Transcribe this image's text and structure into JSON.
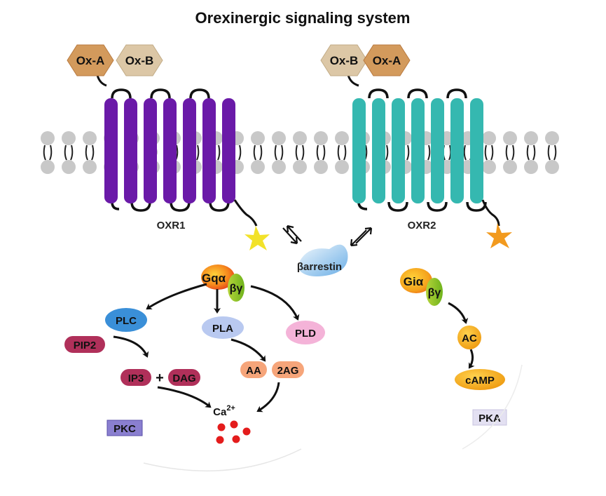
{
  "title": "Orexinergic signaling system",
  "ligands": {
    "left_a": "Ox-A",
    "left_b": "Ox-B",
    "right_b": "Ox-B",
    "right_a": "Ox-A"
  },
  "receptors": {
    "left": "OXR1",
    "right": "OXR2"
  },
  "arrestin": "βarrestin",
  "left_pathway": {
    "g_alpha": "Gqα",
    "g_beta_gamma": "βγ",
    "plc": "PLC",
    "pla": "PLA",
    "pld": "PLD",
    "pip2": "PIP2",
    "ip3": "IP3",
    "plus": "+",
    "dag": "DAG",
    "aa": "AA",
    "two_ag": "2AG",
    "calcium_base": "Ca",
    "calcium_sup": "2+",
    "pkc": "PKC"
  },
  "right_pathway": {
    "g_alpha": "Giα",
    "g_beta_gamma": "βγ",
    "ac": "AC",
    "camp": "cAMP",
    "pka": "PKA"
  },
  "colors": {
    "oxr1": "#6a1aa8",
    "oxr2": "#35b8b0",
    "ox_a": "#d39a5c",
    "ox_b": "#dcc7a6",
    "membrane_head": "#c8c8c8",
    "star_left": "#f2e22a",
    "star_right": "#f29a1e",
    "plc": "#3a8fd8",
    "pla": "#b9c9f0",
    "pld": "#f4b3d8",
    "pip2": "#b0305a",
    "aa": "#f6a57a",
    "calcium": "#e41c1c",
    "pkc": "#8a7fd0",
    "pka": "#e3e0f2",
    "ac": "#f2b01e"
  }
}
